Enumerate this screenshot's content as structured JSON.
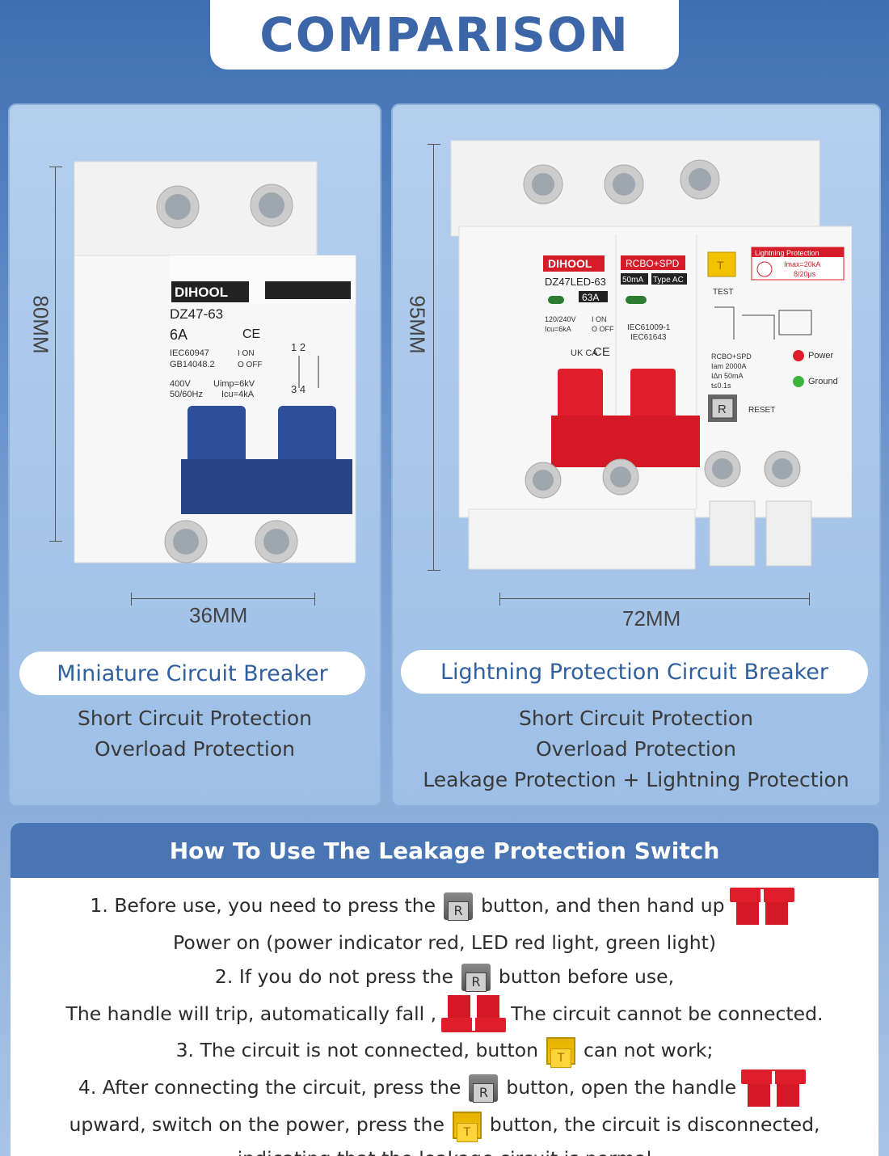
{
  "title": "COMPARISON",
  "left_panel": {
    "height_label": "80MM",
    "width_label": "36MM",
    "product_name": "Miniature Circuit Breaker",
    "features": [
      "Short Circuit Protection",
      "Overload Protection"
    ],
    "device": {
      "brand": "DIHOOL",
      "model": "DZ47-63",
      "rating": "6A",
      "ce": "CE",
      "std1": "IEC60947",
      "std2": "GB14048.2",
      "on": "I ON",
      "off": "O OFF",
      "voltage": "400V",
      "freq": "50/60Hz",
      "uimp": "Uimp=6kV",
      "icu": "Icu=4kA",
      "diagram_top": "1 2",
      "diagram_bottom": "3 4",
      "handle_color": "#2f4f9a"
    }
  },
  "right_panel": {
    "height_label": "95MM",
    "width_label": "72MM",
    "product_name": "Lightning Protection Circuit Breaker",
    "features": [
      "Short Circuit Protection",
      "Overload Protection",
      "Leakage  Protection + Lightning Protection"
    ],
    "device": {
      "brand": "DIHOOL",
      "model": "DZ47LED-63",
      "rating": "63A",
      "rcbo": "RCBO+SPD",
      "ma": "50mA",
      "type": "Type AC",
      "v": "120/240V",
      "icu": "Icu=6kA",
      "on": "I ON",
      "off": "O OFF",
      "std1": "IEC61009-1",
      "std2": "IEC61643",
      "ukca": "UK CA",
      "ce": "CE",
      "lp_title": "Lightning Protection",
      "imax": "Imax=20kA",
      "wave": "8/20μs",
      "test": "TEST",
      "t_key": "T",
      "spec1": "RCBO+SPD",
      "spec2": "Iam 2000A",
      "spec3": "IΔn 50mA",
      "spec4": "t≤0.1s",
      "power": "Power",
      "ground": "Ground",
      "r_key": "R",
      "reset": "RESET",
      "handle_color": "#e01e2b"
    }
  },
  "howto": {
    "title": "How To Use The Leakage Protection Switch",
    "l1a": "1. Before use, you need to press the",
    "l1b": "button, and then hand up",
    "l2": "Power on (power indicator red, LED red light, green light)",
    "l3a": "2. If you do not press the",
    "l3b": "button before use,",
    "l4a": "The handle will trip, automatically fall ,",
    "l4b": "The circuit cannot be connected.",
    "l5a": "3. The circuit is not connected, button",
    "l5b": "can not work;",
    "l6a": "4. After connecting the circuit, press the",
    "l6b": "button, open the handle",
    "l7a": "upward, switch on the power, press the",
    "l7b": "button, the circuit is disconnected,",
    "l8": "indicating that the leakage circuit is normal",
    "r_key": "R",
    "t_key": "T"
  }
}
